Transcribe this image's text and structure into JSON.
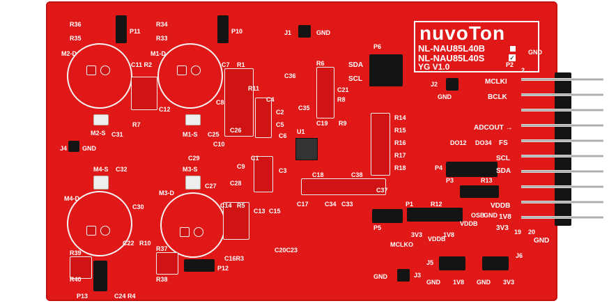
{
  "logo": {
    "brand": "nuvoTon",
    "variant_b": "NL-NAU85L40B",
    "variant_s": "NL-NAU85L40S",
    "version": "YG V1.0"
  },
  "designators": {
    "r36": "R36",
    "r35": "R35",
    "p11": "P11",
    "r34": "R34",
    "r33": "R33",
    "p10": "P10",
    "j1": "J1",
    "gnd_j1": "GND",
    "m2d": "M2-D",
    "m1d": "M1-D",
    "c11r2": "C11 R2",
    "c7": "C7",
    "r1": "R1",
    "c12": "C12",
    "r7": "R7",
    "c8": "C8",
    "r11": "R11",
    "c4": "C4",
    "c36": "C36",
    "c35": "C35",
    "r6": "R6",
    "c21": "C21",
    "r8": "R8",
    "c19": "C19",
    "r9": "R9",
    "c2": "C2",
    "c5": "C5",
    "c26": "C26",
    "c6": "C6",
    "m2s": "M2-S",
    "c31": "C31",
    "m1s": "M1-S",
    "c25": "C25",
    "u1": "U1",
    "c10": "C10",
    "c29": "C29",
    "c9": "C9",
    "c1": "C1",
    "c3": "C3",
    "j4": "J4",
    "gnd_j4": "GND",
    "m4s": "M4-S",
    "c32": "C32",
    "m3s": "M3-S",
    "c27": "C27",
    "c28": "C28",
    "c18": "C18",
    "c38": "C38",
    "c17": "C17",
    "c34": "C34",
    "c33": "C33",
    "c37": "C37",
    "m4d": "M4-D",
    "m3d": "M3-D",
    "c30": "C30",
    "c14": "C14",
    "r5": "R5",
    "c13": "C13",
    "c15": "C15",
    "c22": "C22",
    "r10": "R10",
    "c16r3": "C16R3",
    "c20c23": "C20C23",
    "r39": "R39",
    "r37": "R37",
    "r38": "R38",
    "p12": "P12",
    "r40": "R40",
    "p13": "P13",
    "c24r4": "C24 R4",
    "p6": "P6",
    "sda": "SDA",
    "scl": "SCL",
    "j2": "J2",
    "gnd_j2": "GND",
    "r14": "R14",
    "r15": "R15",
    "r16": "R16",
    "r17": "R17",
    "r18": "R18",
    "p4": "P4",
    "do12": "DO12",
    "do34": "DO34",
    "p3": "P3",
    "r13": "R13",
    "r12": "R12",
    "p1": "P1",
    "p5": "P5",
    "3v3": "3V3",
    "vddb": "VDDB",
    "1v8": "1V8",
    "vddb2": "VDDB",
    "osb": "OSB",
    "gnd_p1": "GND",
    "mclko": "MCLKO",
    "j3": "J3",
    "gnd_j3": "GND",
    "j5": "J5",
    "gnd_j5": "GND",
    "1v8_j5": "1V8",
    "j6": "J6",
    "gnd_j6": "GND",
    "3v3_j6": "3V3",
    "p2": "P2",
    "gnd_p2": "GND",
    "pin2": "2",
    "pin19": "19",
    "pin20": "20"
  },
  "p2_labels": [
    "MCLKI",
    "BCLK",
    "ADCOUT →",
    "FS",
    "SCL",
    "SDA",
    "VDDB",
    "1V8",
    "3V3",
    "GND"
  ]
}
